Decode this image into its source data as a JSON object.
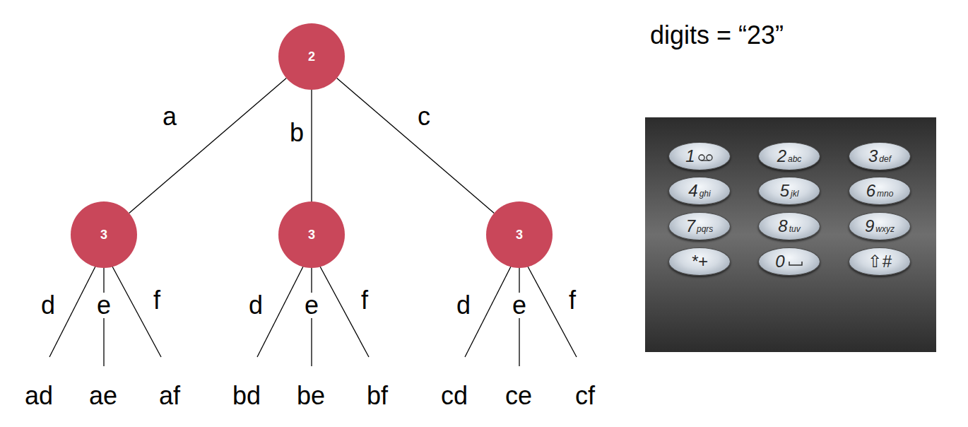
{
  "diagram": {
    "nodes": [
      {
        "text": [
          "2"
        ]
      },
      {
        "text": [
          "3"
        ]
      },
      {
        "text": [
          "3"
        ]
      },
      {
        "text": [
          "3"
        ]
      },
      {
        "text": [
          "1"
        ]
      },
      {
        "text": [
          "2",
          "abc"
        ]
      },
      {
        "text": [
          "3",
          "def"
        ]
      },
      {
        "text": [
          "4",
          "ghi"
        ]
      },
      {
        "text": [
          "5",
          "jkl"
        ]
      },
      {
        "text": [
          "6",
          "mno"
        ]
      },
      {
        "text": [
          "7",
          "pqrs"
        ]
      },
      {
        "text": [
          "8",
          "tuv"
        ]
      },
      {
        "text": [
          "9",
          "wxyz"
        ]
      },
      {
        "text": [
          "*+"
        ]
      },
      {
        "text": [
          "0"
        ]
      },
      {
        "text": [
          "⇧#"
        ]
      }
    ],
    "edges": [
      {
        "from": 0,
        "to": 1,
        "label": "a",
        "arrow": "none"
      },
      {
        "from": 0,
        "to": 2,
        "label": "b",
        "arrow": "none"
      },
      {
        "from": 0,
        "to": 3,
        "label": "c",
        "arrow": "none"
      }
    ],
    "labels": [
      "digits = “23”",
      "d",
      "e",
      "f",
      "d",
      "e",
      "f",
      "d",
      "e",
      "f",
      "ad",
      "ae",
      "af",
      "bd",
      "be",
      "bf",
      "cd",
      "ce",
      "cf"
    ]
  }
}
